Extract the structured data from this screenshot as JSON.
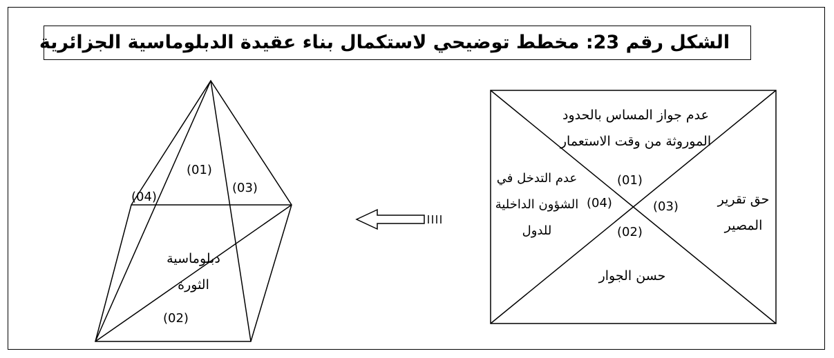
{
  "title": "الشكل رقم  23: مخطط توضيحي لاستكمال بناء عقيدة الدبلوماسية الجزائرية",
  "principles_box": {
    "top": "عدم جواز المساس بالحدود الموروثة من وقت الاستعمار",
    "right": "حق تقرير المصير",
    "bottom": "حسن الجوار",
    "left": "عدم التدخل في الشؤون الداخلية للدول",
    "numbers": {
      "n01": "(01)",
      "n02": "(02)",
      "n03": "(03)",
      "n04": "(04)"
    }
  },
  "pyramid": {
    "base_label": "دبلوماسية الثورة",
    "numbers": {
      "n01": "(01)",
      "n02": "(02)",
      "n03": "(03)",
      "n04": "(04)"
    }
  }
}
